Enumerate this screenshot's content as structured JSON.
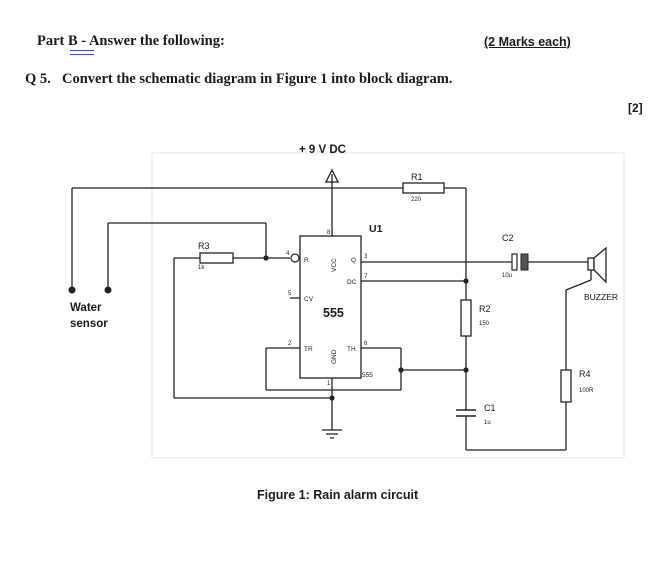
{
  "header": {
    "part_prefix": "Part ",
    "part_letter": "B",
    "part_suffix": " - Answer the following:",
    "marks": "(2 Marks each)"
  },
  "question": {
    "number": "Q 5.",
    "text": "Convert the schematic diagram in Figure 1 into block diagram.",
    "marks": "[2]"
  },
  "figure": {
    "supply": "+ 9 V DC",
    "ic_ref": "U1",
    "ic_name": "555",
    "ic_part": "555",
    "pins": {
      "r": "R",
      "q": "Q",
      "dc": "DC",
      "cv": "CV",
      "tr": "TR",
      "th": "TH",
      "vcc": "VCC",
      "gnd": "GND",
      "n4": "4",
      "n8": "8",
      "n3": "3",
      "n7": "7",
      "n5": "5",
      "n2": "2",
      "n6": "6",
      "n1": "1"
    },
    "components": {
      "r1_ref": "R1",
      "r1_val": "220",
      "r2_ref": "R2",
      "r2_val": "150",
      "r3_ref": "R3",
      "r3_val": "1k",
      "r4_ref": "R4",
      "r4_val": "100R",
      "c1_ref": "C1",
      "c1_val": "1u",
      "c2_ref": "C2",
      "c2_val": "10u",
      "buzzer": "BUZZER"
    },
    "sensor_line1": "Water",
    "sensor_line2": "sensor",
    "caption": "Figure 1: Rain alarm circuit"
  }
}
